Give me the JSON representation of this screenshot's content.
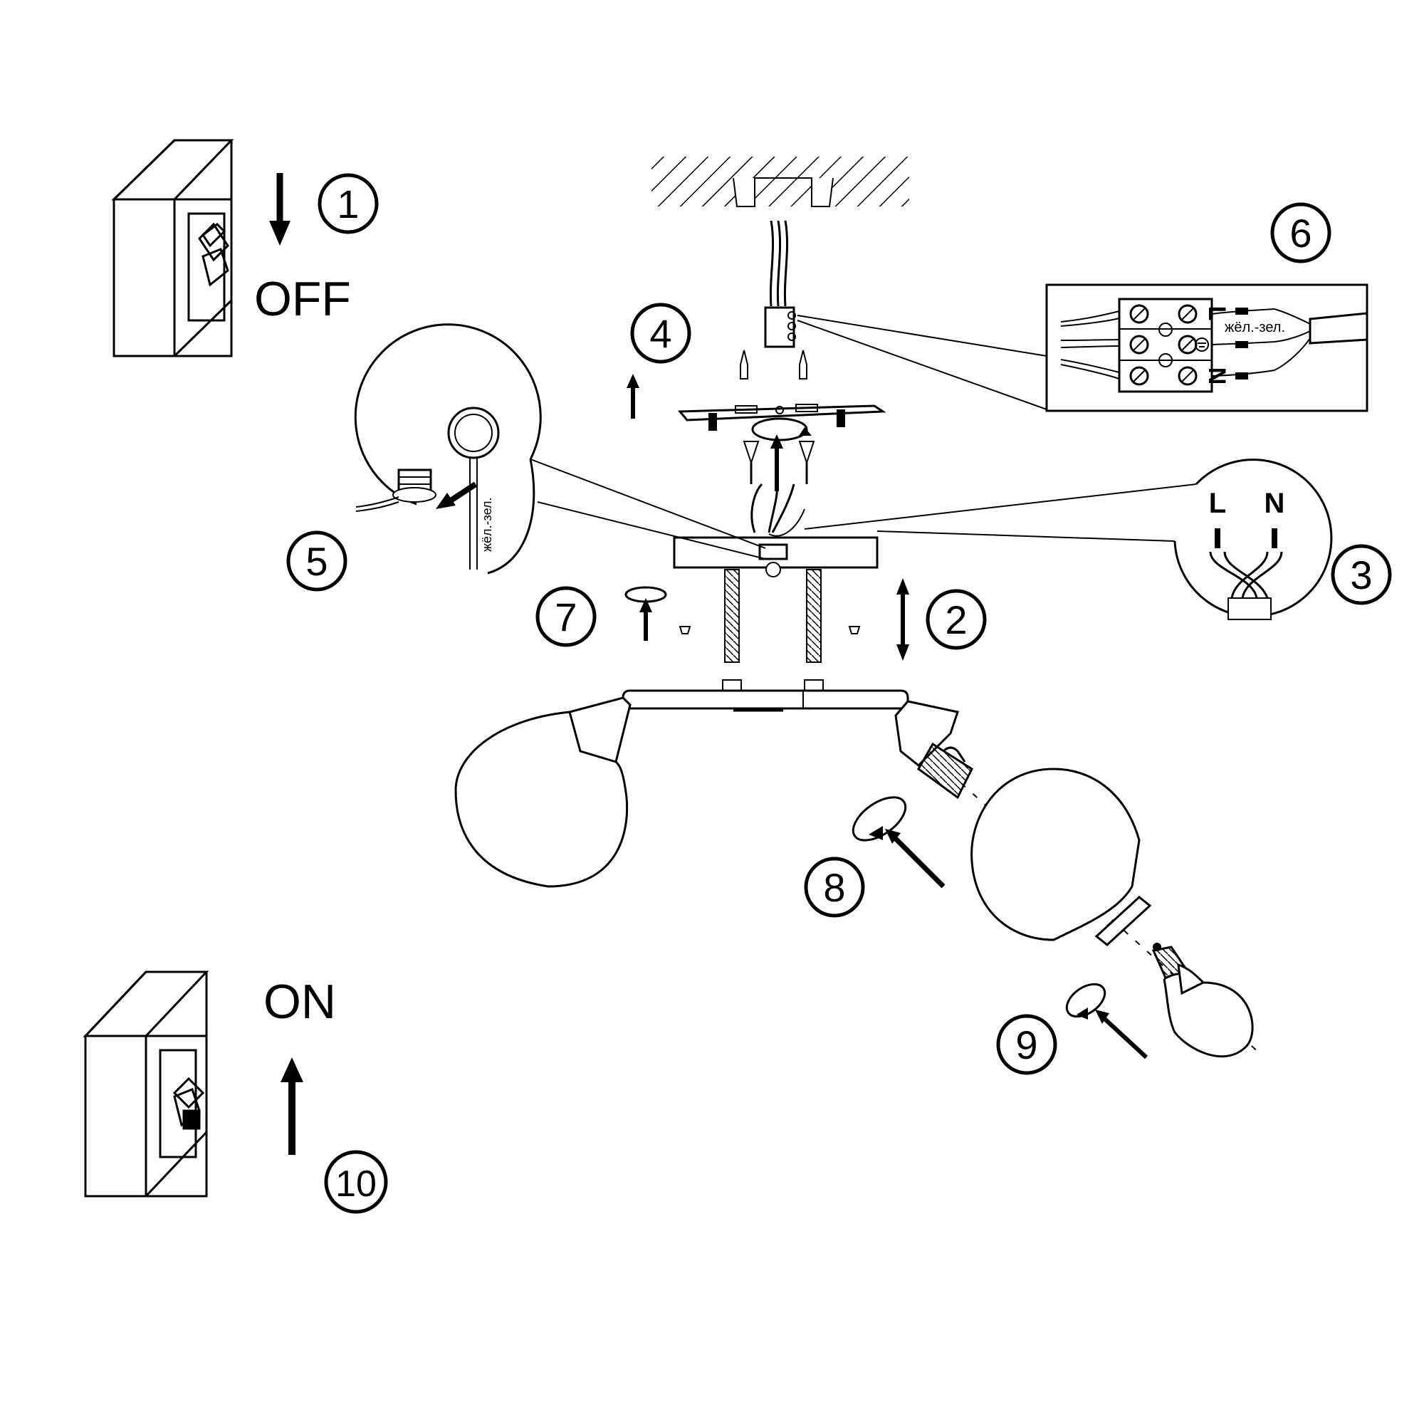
{
  "steps": {
    "s1": "1",
    "s2": "2",
    "s3": "3",
    "s4": "4",
    "s5": "5",
    "s6": "6",
    "s7": "7",
    "s8": "8",
    "s9": "9",
    "s10": "10"
  },
  "switch_off_label": "OFF",
  "switch_on_label": "ON",
  "wire_colors_label": "жёл.-зел.",
  "terminal": {
    "L": "L",
    "N": "N"
  },
  "wires": {
    "L": "L",
    "N": "N"
  },
  "colors": {
    "line": "#000000",
    "background": "#ffffff",
    "hatch": "#000000"
  },
  "icons": [
    "switch-off-icon",
    "switch-on-icon",
    "arrow-down-icon",
    "arrow-up-icon",
    "ground-symbol-icon",
    "rotate-icon"
  ]
}
